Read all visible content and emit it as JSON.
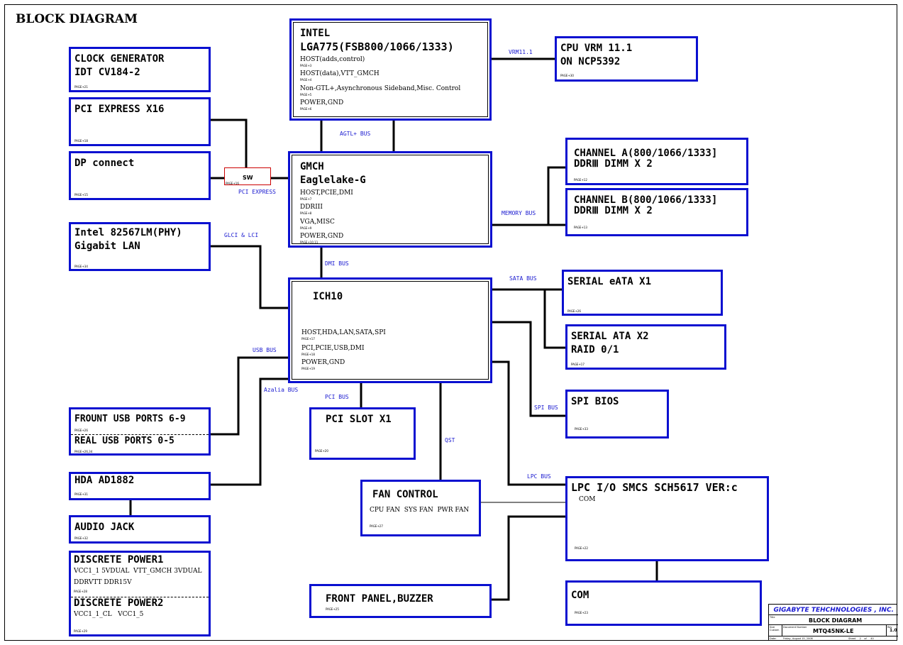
{
  "title": "BLOCK DIAGRAM",
  "blocks": {
    "intel_cpu": {
      "lines": [
        "INTEL",
        "LGA775(FSB800/1066/1333)"
      ],
      "sub": [
        "HOST(adds,control)",
        "HOST(data),VTT_GMCH",
        "Non-GTL+,Asynchronous Sideband,Misc. Control",
        "POWER,GND"
      ]
    },
    "cpu_vrm": {
      "lines": [
        "CPU VRM 11.1",
        "ON NCP5392"
      ]
    },
    "clock_gen": {
      "lines": [
        "CLOCK GENERATOR",
        "IDT CV184-2"
      ]
    },
    "pci_express_x16": {
      "lines": [
        "PCI EXPRESS X16"
      ]
    },
    "dp_connect": {
      "lines": [
        "DP connect"
      ]
    },
    "sw": {
      "label": "SW"
    },
    "gmch": {
      "lines": [
        "GMCH",
        "Eaglelake-G"
      ],
      "sub": [
        "HOST,PCIE,DMI",
        "DDRIII",
        "VGA,MISC",
        "POWER,GND"
      ]
    },
    "channel_a": {
      "lines": [
        "CHANNEL A(800/1066/1333]",
        "DDRⅢ DIMM X 2"
      ]
    },
    "channel_b": {
      "lines": [
        "CHANNEL B(800/1066/1333]",
        "DDRⅢ DIMM X 2"
      ]
    },
    "intel_lan": {
      "lines": [
        "Intel 82567LM(PHY)",
        "Gigabit LAN"
      ]
    },
    "ich10": {
      "lines": [
        "ICH10"
      ],
      "sub": [
        "HOST,HDA,LAN,SATA,SPI",
        "PCI,PCIE,USB,DMI",
        "POWER,GND"
      ]
    },
    "serial_eata": {
      "lines": [
        "SERIAL eATA X1"
      ]
    },
    "serial_ata": {
      "lines": [
        "SERIAL ATA X2",
        "RAID 0/1"
      ]
    },
    "spi_bios": {
      "lines": [
        "SPI BIOS"
      ]
    },
    "usb_ports": {
      "lines": [
        "FROUNT USB PORTS 6-9",
        "REAL USB PORTS 0-5"
      ]
    },
    "pci_slot": {
      "lines": [
        "PCI SLOT X1"
      ]
    },
    "hda": {
      "lines": [
        "HDA AD1882"
      ]
    },
    "audio_jack": {
      "lines": [
        "AUDIO JACK"
      ]
    },
    "fan_control": {
      "lines": [
        "FAN CONTROL"
      ],
      "sub": [
        "CPU FAN  SYS FAN  PWR FAN"
      ]
    },
    "lpc_io": {
      "lines": [
        "LPC I/O SMCS SCH5617 VER:c"
      ],
      "sub": [
        "COM"
      ]
    },
    "discrete_power1": {
      "lines": [
        "DISCRETE POWER1"
      ],
      "sub": [
        "VCC1_1 5VDUAL  VTT_GMCH 3VDUAL",
        "DDRVTT DDR15V"
      ]
    },
    "discrete_power2": {
      "lines": [
        "DISCRETE POWER2"
      ],
      "sub": [
        "VCC1_1_CL   VCC1_5"
      ]
    },
    "front_panel": {
      "lines": [
        "FRONT PANEL,BUZZER"
      ]
    },
    "com": {
      "lines": [
        "COM"
      ]
    }
  },
  "buses": {
    "vrm": "VRM11.1",
    "agtl": "AGTL+ BUS",
    "pci_express": "PCI EXPRESS",
    "memory": "MEMORY BUS",
    "glci": "GLCI & LCI",
    "dmi": "DMI BUS",
    "sata": "SATA BUS",
    "usb": "USB BUS",
    "azalia": "Azalia BUS",
    "pci": "PCI BUS",
    "spi": "SPI BUS",
    "qst": "QST",
    "lpc": "LPC BUS"
  },
  "title_block": {
    "company": "GIGABYTE TEHCHNOLOGIES , INC.",
    "sheet_title": "BLOCK DIAGRAM",
    "document_number": "MTQ45NK-LE",
    "rev": "1.0"
  },
  "colors": {
    "box_border": "#0a10d0",
    "bus_label": "#1a1ad0",
    "wire": "#000000",
    "sw_border": "#cc0000"
  }
}
